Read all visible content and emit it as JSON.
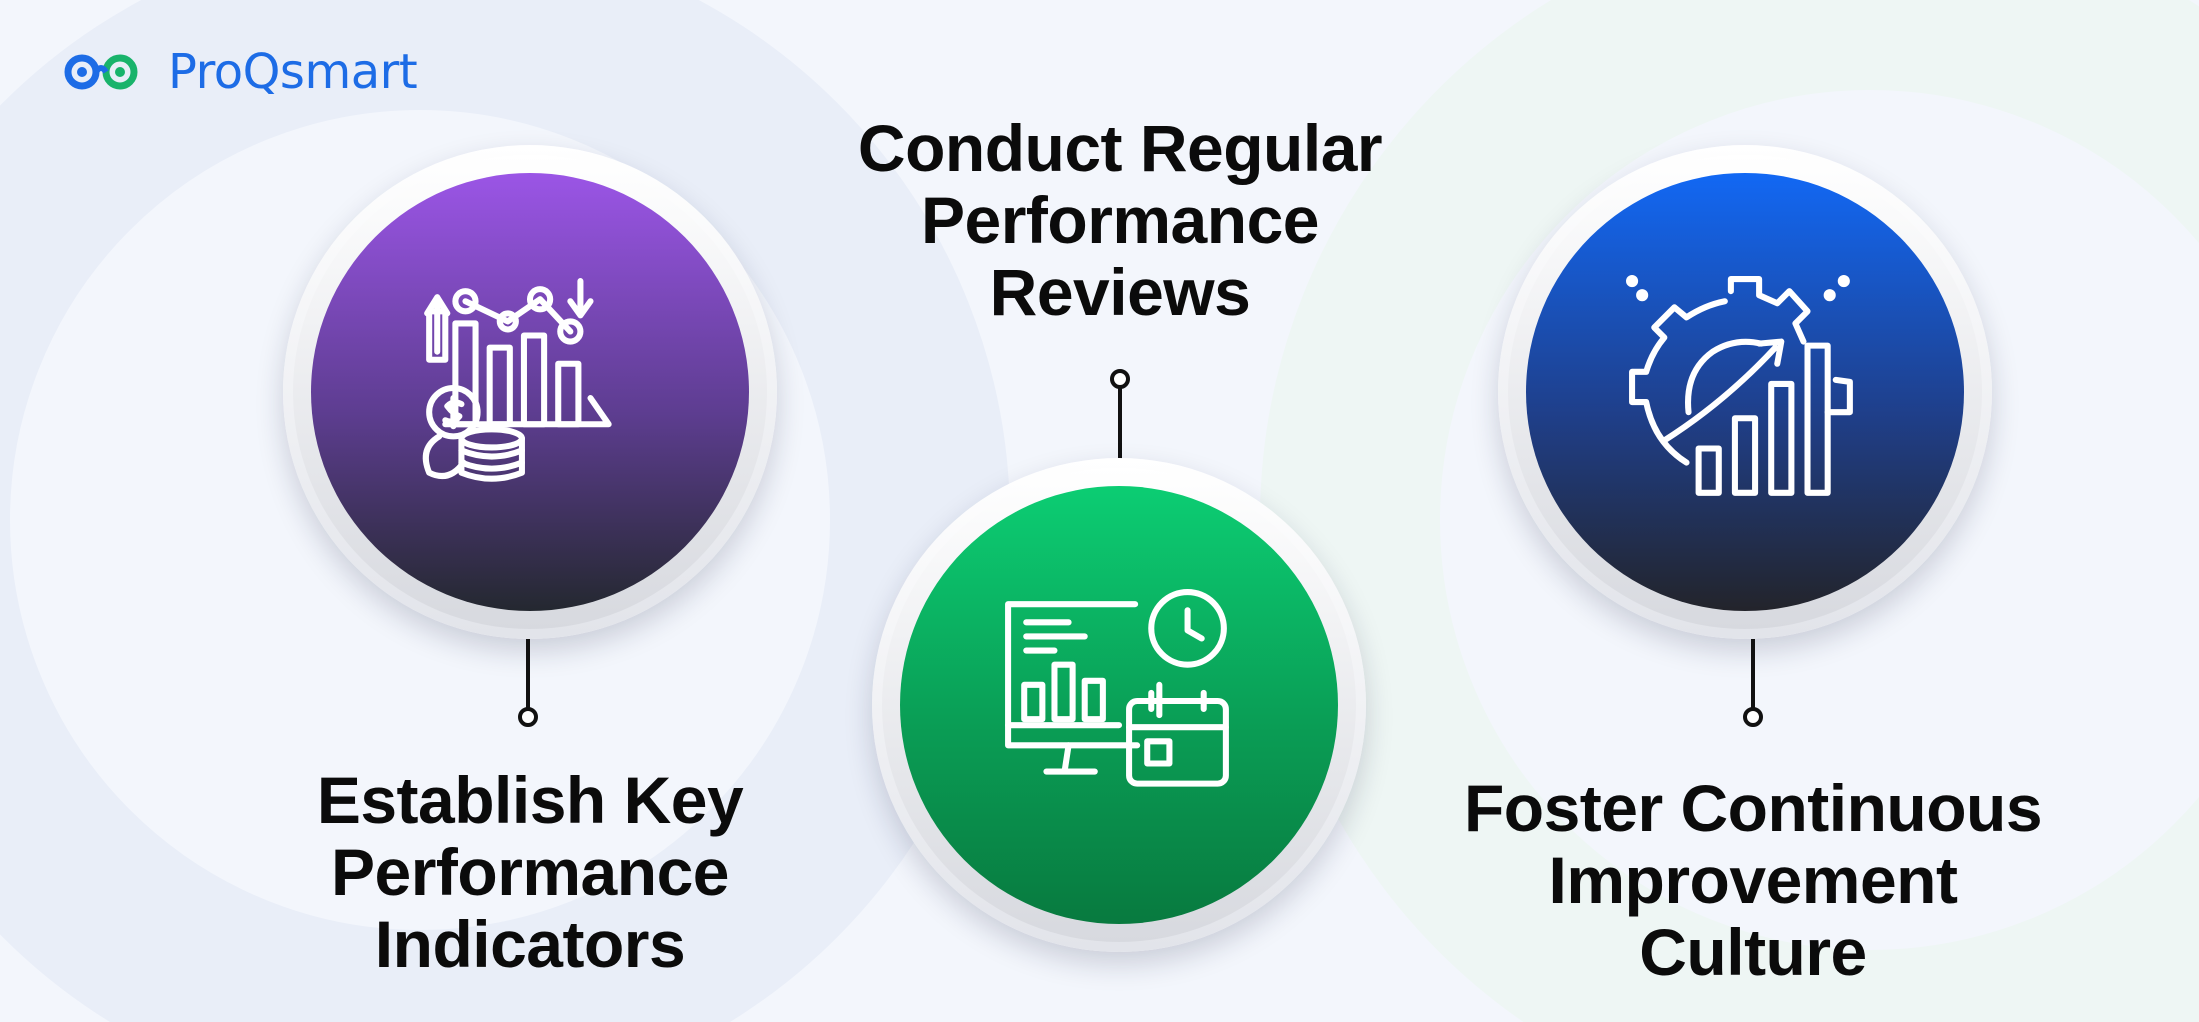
{
  "brand": {
    "name": "ProQsmart",
    "color": "#1d6ce6",
    "accent": "#19b36b"
  },
  "steps": [
    {
      "lines": [
        "Establish Key",
        "Performance",
        "Indicators"
      ],
      "icon": "kpi-chart-icon",
      "gradient": [
        "#9b55e6",
        "#242830"
      ]
    },
    {
      "lines": [
        "Conduct Regular",
        "Performance",
        "Reviews"
      ],
      "icon": "review-dashboard-icon",
      "gradient": [
        "#0ccd73",
        "#087a3f"
      ]
    },
    {
      "lines": [
        "Foster Continuous",
        "Improvement",
        "Culture"
      ],
      "icon": "improvement-gear-icon",
      "gradient": [
        "#1268f4",
        "#23242b"
      ]
    }
  ]
}
